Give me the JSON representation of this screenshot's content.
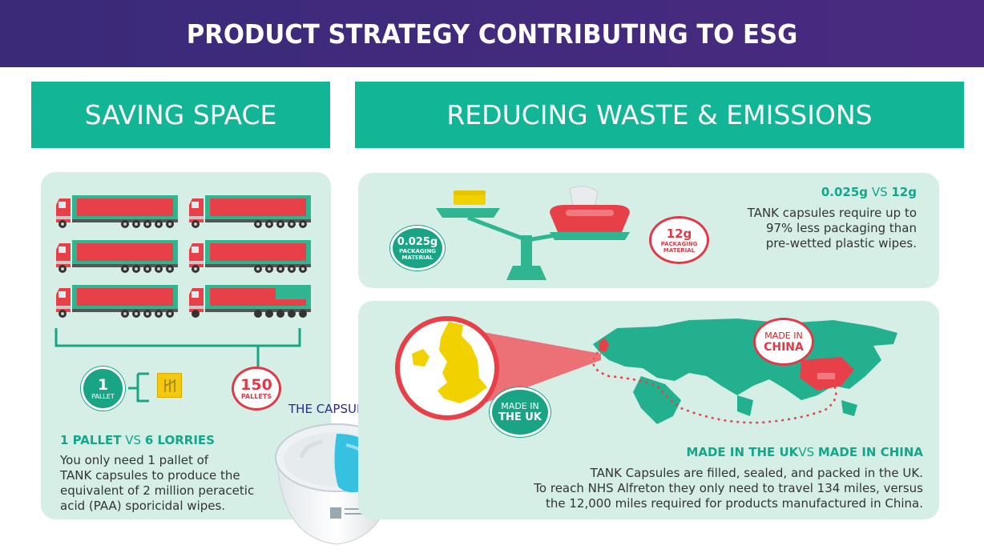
{
  "title": "PRODUCT STRATEGY CONTRIBUTING TO ESG",
  "saving_space": {
    "header": "SAVING SPACE",
    "pallet_count": "1",
    "pallet_label": "PALLET",
    "pallets_count": "150",
    "pallets_label": "PALLETS",
    "heading_a": "1 PALLET",
    "heading_vs": " VS ",
    "heading_b": "6 LORRIES",
    "body": [
      "You only need 1 pallet of",
      "TANK capsules to produce the",
      "equivalent of 2 million peracetic",
      "acid (PAA) sporicidal wipes."
    ]
  },
  "capsule_label": "THE CAPSULE",
  "reducing": {
    "header": "REDUCING WASTE & EMISSIONS",
    "left_weight": "0.025g",
    "left_label_1": "PACKAGING",
    "left_label_2": "MATERIAL",
    "right_weight": "12g",
    "right_label_1": "PACKAGING",
    "right_label_2": "MATERIAL",
    "heading_a": "0.025g",
    "heading_vs": " VS ",
    "heading_b": "12g",
    "body": [
      "TANK capsules require up to",
      "97% less packaging than",
      "pre-wetted plastic wipes."
    ]
  },
  "map": {
    "uk_label_1": "MADE IN",
    "uk_label_2": "THE UK",
    "china_label_1": "MADE IN",
    "china_label_2": "CHINA",
    "heading_a": "MADE IN THE UK",
    "heading_vs": "VS ",
    "heading_b": "MADE IN CHINA",
    "body": [
      "TANK Capsules are filled, sealed, and packed in the UK.",
      "To reach NHS Alfreton they only need to travel 134 miles, versus",
      "the 12,000 miles required for products manufactured in China."
    ]
  },
  "colors": {
    "teal": "#12b596",
    "red": "#e03a48",
    "purple": "#3f2a7b",
    "mint": "#d6efe6",
    "yellow": "#f2d100"
  }
}
